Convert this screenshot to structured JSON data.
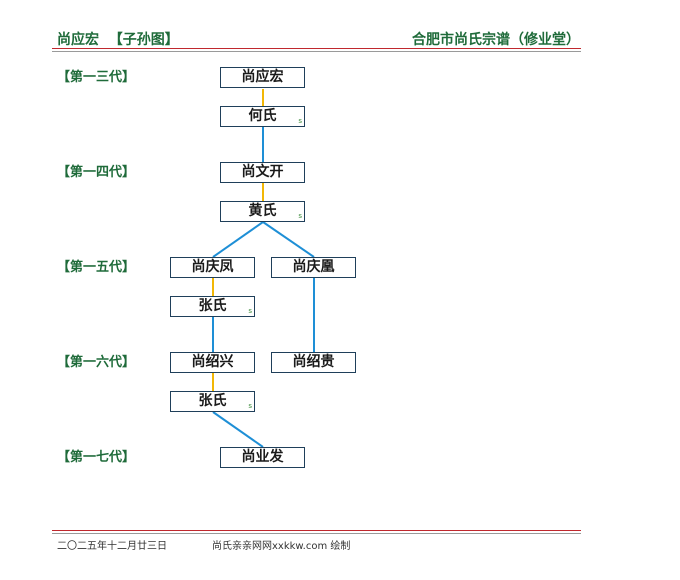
{
  "header": {
    "title_left": "尚应宏  【子孙图】",
    "title_right": "合肥市尚氏宗谱（修业堂）"
  },
  "generations": [
    "【第一三代】",
    "【第一四代】",
    "【第一五代】",
    "【第一六代】",
    "【第一七代】"
  ],
  "people": {
    "p1": {
      "name": "尚应宏"
    },
    "p2": {
      "name": "何氏",
      "mark": "s"
    },
    "p3": {
      "name": "尚文开"
    },
    "p4": {
      "name": "黄氏",
      "mark": "s"
    },
    "p5": {
      "name": "尚庆凤"
    },
    "p6": {
      "name": "尚庆凰"
    },
    "p7": {
      "name": "张氏",
      "mark": "s"
    },
    "p8": {
      "name": "尚绍兴"
    },
    "p9": {
      "name": "尚绍贵"
    },
    "p10": {
      "name": "张氏",
      "mark": "s"
    },
    "p11": {
      "name": "尚业发"
    }
  },
  "colors": {
    "spouse_link": "#f2b705",
    "child_link": "#1e8fd6",
    "accent_green": "#1f6b3a",
    "rule_red": "#c0282e"
  },
  "footer": {
    "date": "二〇二五年十二月廿三日",
    "credit": "尚氏亲亲网网xxkkw.com 绘制"
  }
}
